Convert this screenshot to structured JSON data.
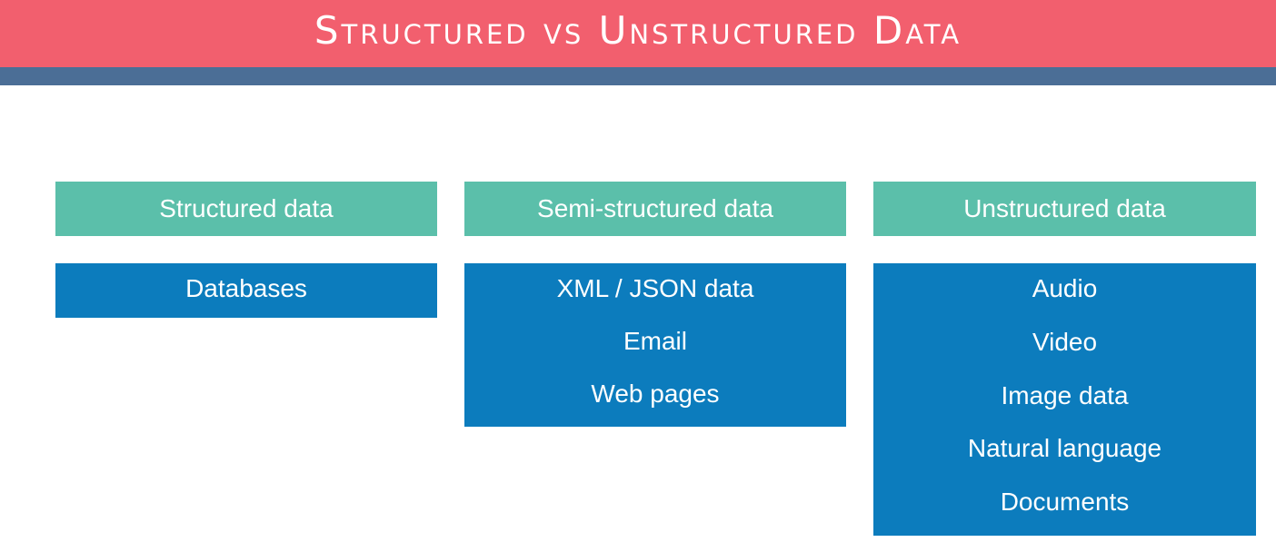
{
  "title": "Structured vs Unstructured Data",
  "colors": {
    "title_bar": "#f25f6e",
    "title_stripe": "#4b6e96",
    "header": "#5bbfaa",
    "box": "#0c7cbd"
  },
  "columns": [
    {
      "header": "Structured data",
      "items": [
        "Databases"
      ]
    },
    {
      "header": "Semi-structured data",
      "items": [
        "XML / JSON data",
        "Email",
        "Web pages"
      ]
    },
    {
      "header": "Unstructured data",
      "items": [
        "Audio",
        "Video",
        "Image data",
        "Natural language",
        "Documents"
      ]
    }
  ]
}
